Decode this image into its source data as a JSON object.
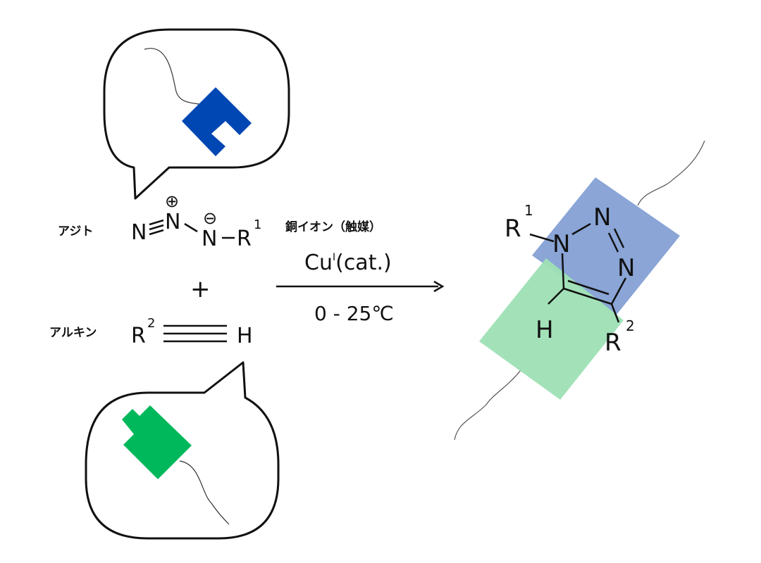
{
  "labels": {
    "azide": "アジト",
    "alkyne": "アルキン",
    "plus_sign": "+",
    "catalyst_name": "銅イオン（触媒）",
    "catalyst_cu": "Cu",
    "catalyst_ox": "I",
    "catalyst_tail": "(cat.)",
    "temperature": "0 - 25℃"
  },
  "azide": {
    "n1": "N",
    "n2": "N",
    "n3": "N",
    "plus_charge": "⊕",
    "minus_charge": "⊖",
    "r_group": "R",
    "r_sup": "1"
  },
  "alkyne": {
    "r_group": "R",
    "r_sup": "2",
    "h": "H"
  },
  "triazole": {
    "r1": "R",
    "r1_sup": "1",
    "n1": "N",
    "n2": "N",
    "n3": "N",
    "h": "H",
    "r2": "R",
    "r2_sup": "2"
  },
  "colors": {
    "azide_block": "#0047b3",
    "alkyne_block": "#00b85c",
    "triazole_blue": "#8aa5d6",
    "triazole_green": "#9ee0b5"
  }
}
